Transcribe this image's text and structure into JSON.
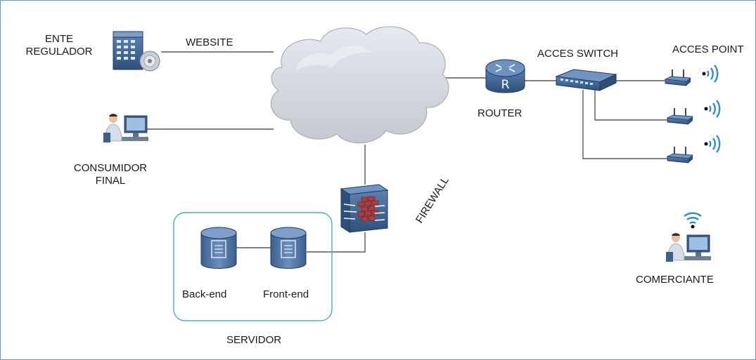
{
  "labels": {
    "ente_regulador": [
      "ENTE",
      "REGULADOR"
    ],
    "website": "WEBSITE",
    "consumidor_final": [
      "CONSUMIDOR",
      "FINAL"
    ],
    "router": "ROUTER",
    "acces_switch": "ACCES SWITCH",
    "acces_point": "ACCES POINT",
    "firewall": "FIREWALL",
    "back_end": "Back-end",
    "front_end": "Front-end",
    "servidor": "SERVIDOR",
    "comerciante": "COMERCIANTE"
  },
  "icons": {
    "cloud": "cloud-icon",
    "router": "router-icon",
    "switch": "switch-icon",
    "access_point": "access-point-icon",
    "firewall": "firewall-icon",
    "server": "server-building-icon",
    "database": "database-icon",
    "user_workstation": "user-workstation-icon",
    "wifi": "wifi-icon"
  },
  "colors": {
    "frame_border": "#5b9bd5",
    "cloud_fill": "#d4d8df",
    "device_blue": "#3a5e8c",
    "servidor_border": "#4bacc6",
    "line": "#595959"
  }
}
